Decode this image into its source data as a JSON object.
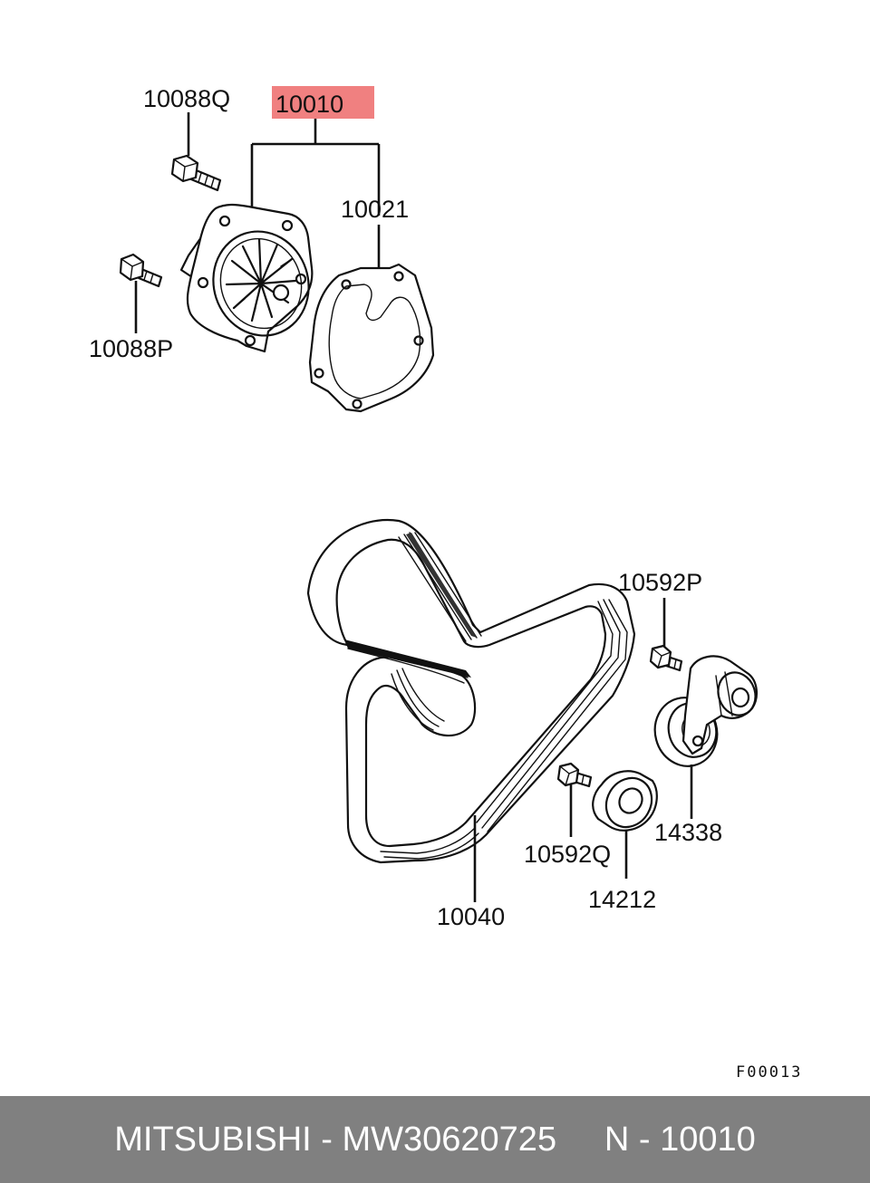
{
  "diagram": {
    "highlight_color": "#f08080",
    "callouts": {
      "assembly": "10010",
      "bolt_q": "10088Q",
      "bolt_p": "10088P",
      "gasket": "10021",
      "belt": "10040",
      "tensioner_bolt": "10592P",
      "tensioner": "14338",
      "idler_bolt": "10592Q",
      "idler": "14212"
    },
    "figure_code": "F00013"
  },
  "footer": {
    "text": "MITSUBISHI - MW30620725     N - 10010",
    "background": "#808080"
  }
}
